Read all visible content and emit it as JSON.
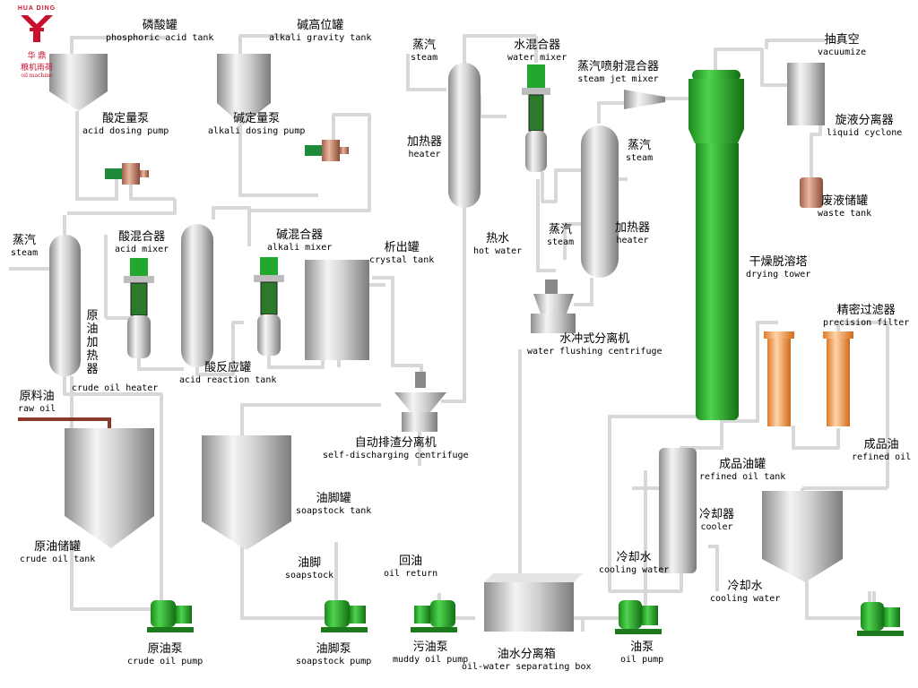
{
  "logo": {
    "brand": "HUA DING",
    "zh_small": "华 鼎",
    "zh_name": "粮机雨荷",
    "subtitle": "oil machine"
  },
  "colors": {
    "pipe": "#d6d6d6",
    "tank": "#c0c0c0",
    "pump_green": "#22a82e",
    "tower_green": "#2dab2d",
    "filter_orange": "#f2a15a",
    "logo_red": "#c8102e"
  },
  "labels": {
    "phosphoric_tank": {
      "zh": "磷酸罐",
      "en": "phosphoric acid tank"
    },
    "alkali_gravity_tank": {
      "zh": "碱高位罐",
      "en": "alkali gravity tank"
    },
    "acid_dosing_pump": {
      "zh": "酸定量泵",
      "en": "acid dosing pump"
    },
    "alkali_dosing_pump": {
      "zh": "碱定量泵",
      "en": "alkali dosing pump"
    },
    "steam_left": {
      "zh": "蒸汽",
      "en": "steam"
    },
    "acid_mixer": {
      "zh": "酸混合器",
      "en": "acid mixer"
    },
    "alkali_mixer": {
      "zh": "碱混合器",
      "en": "alkali mixer"
    },
    "crystal_tank": {
      "zh": "析出罐",
      "en": "crystal tank"
    },
    "crude_oil_heater_vertical": "原油加热器",
    "crude_oil_heater_en": "crude oil heater",
    "acid_reaction_tank": {
      "zh": "酸反应罐",
      "en": "acid reaction tank"
    },
    "raw_oil": {
      "zh": "原料油",
      "en": "raw oil"
    },
    "self_discharging_centrifuge": {
      "zh": "自动排渣分离机",
      "en": "self-discharging centrifuge"
    },
    "crude_oil_tank": {
      "zh": "原油储罐",
      "en": "crude oil tank"
    },
    "soapstock_tank": {
      "zh": "油脚罐",
      "en": "soapstock tank"
    },
    "soapstock": {
      "zh": "油脚",
      "en": "soapstock"
    },
    "oil_return": {
      "zh": "回油",
      "en": "oil return"
    },
    "crude_oil_pump": {
      "zh": "原油泵",
      "en": "crude oil pump"
    },
    "soapstock_pump": {
      "zh": "油脚泵",
      "en": "soapstock pump"
    },
    "muddy_oil_pump": {
      "zh": "污油泵",
      "en": "muddy oil pump"
    },
    "oil_water_box": {
      "zh": "油水分离箱",
      "en": "oil-water separating box"
    },
    "oil_pump": {
      "zh": "油泵",
      "en": "oil pump"
    },
    "steam_mid": {
      "zh": "蒸汽",
      "en": "steam"
    },
    "heater_mid": {
      "zh": "加热器",
      "en": "heater"
    },
    "hot_water": {
      "zh": "热水",
      "en": "hot water"
    },
    "water_mixer": {
      "zh": "水混合器",
      "en": "water mixer"
    },
    "steam_jet_mixer": {
      "zh": "蒸汽喷射混合器",
      "en": "steam jet mixer"
    },
    "steam_right": {
      "zh": "蒸汽",
      "en": "steam"
    },
    "steam_lower": {
      "zh": "蒸汽",
      "en": "steam"
    },
    "heater_right": {
      "zh": "加热器",
      "en": "heater"
    },
    "water_flushing_centrifuge": {
      "zh": "水冲式分离机",
      "en": "water flushing centrifuge"
    },
    "vacuumize": {
      "zh": "抽真空",
      "en": "vacuumize"
    },
    "liquid_cyclone": {
      "zh": "旋液分离器",
      "en": "liquid cyclone"
    },
    "waste_tank": {
      "zh": "废液储罐",
      "en": "waste tank"
    },
    "drying_tower": {
      "zh": "干燥脱溶塔",
      "en": "drying tower"
    },
    "precision_filter": {
      "zh": "精密过滤器",
      "en": "precision filter"
    },
    "refined_oil_tank": {
      "zh": "成品油罐",
      "en": "refined oil tank"
    },
    "refined_oil": {
      "zh": "成品油",
      "en": "refined oil"
    },
    "cooler": {
      "zh": "冷却器",
      "en": "cooler"
    },
    "cooling_water_left": {
      "zh": "冷却水",
      "en": "cooling water"
    },
    "cooling_water_right": {
      "zh": "冷却水",
      "en": "cooling water"
    }
  }
}
